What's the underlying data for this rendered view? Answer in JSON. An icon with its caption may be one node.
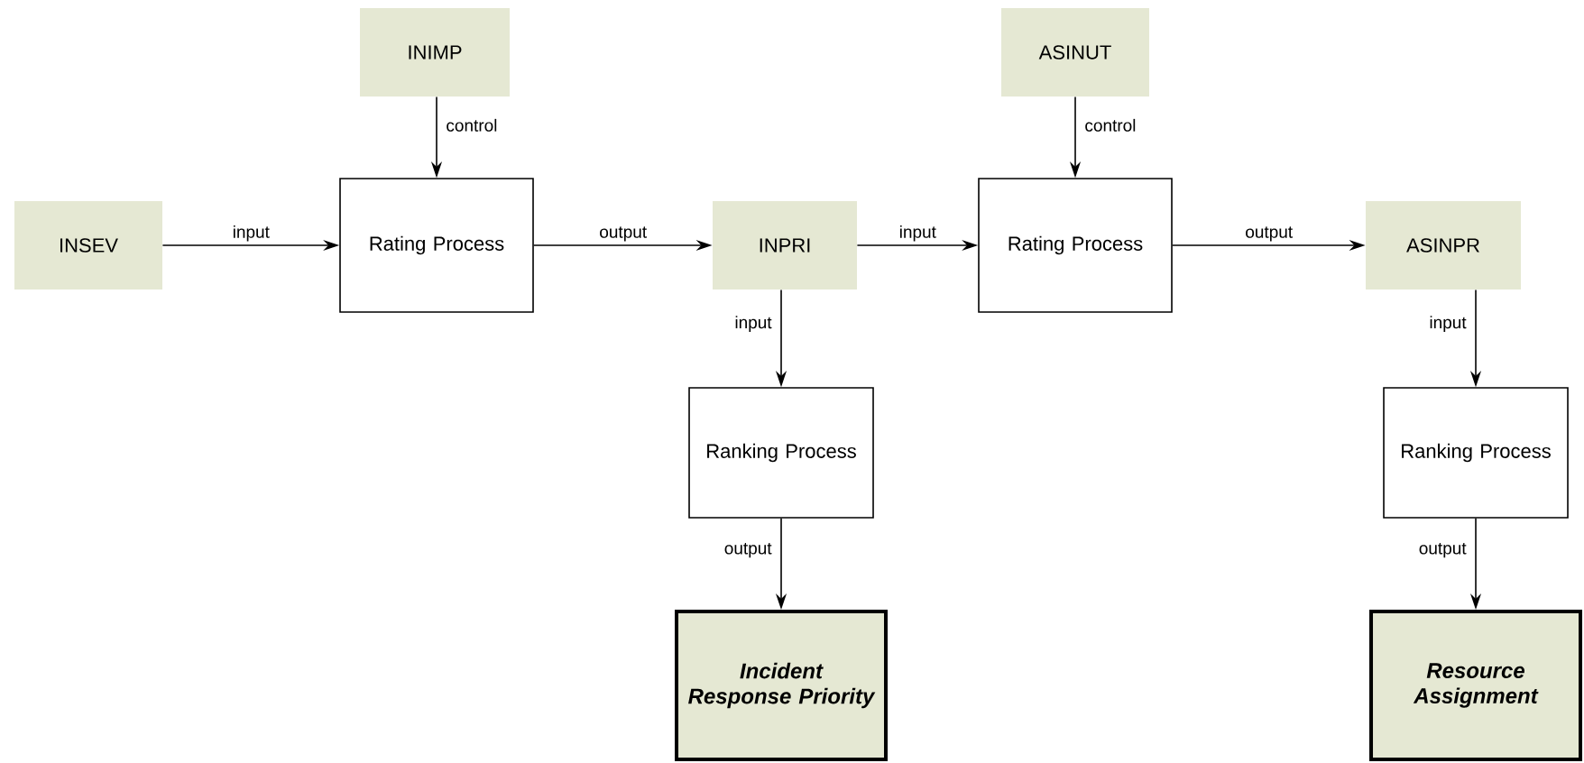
{
  "diagram": {
    "nodes": [
      {
        "text": [
          "INSEV"
        ]
      },
      {
        "text": [
          "INIMP"
        ]
      },
      {
        "text": [
          "Rating Process"
        ]
      },
      {
        "text": [
          "INPRI"
        ]
      },
      {
        "text": [
          "Ranking Process"
        ]
      },
      {
        "text": [
          "Incident Response Priority"
        ]
      },
      {
        "text": [
          "ASINUT"
        ]
      },
      {
        "text": [
          "Rating Process"
        ]
      },
      {
        "text": [
          "ASINPR"
        ]
      },
      {
        "text": [
          "Ranking Process"
        ]
      },
      {
        "text": [
          "Resource Assignment"
        ]
      }
    ],
    "edges": [
      {
        "from": 0,
        "to": 2,
        "arrow": "to",
        "label": "input"
      },
      {
        "from": 1,
        "to": 2,
        "arrow": "to",
        "label": "control"
      },
      {
        "from": 2,
        "to": 3,
        "arrow": "to",
        "label": "output"
      },
      {
        "from": 3,
        "to": 4,
        "arrow": "to",
        "label": "input"
      },
      {
        "from": 4,
        "to": 5,
        "arrow": "to",
        "label": "output"
      },
      {
        "from": 3,
        "to": 7,
        "arrow": "to",
        "label": "input"
      },
      {
        "from": 6,
        "to": 7,
        "arrow": "to",
        "label": "control"
      },
      {
        "from": 7,
        "to": 8,
        "arrow": "to",
        "label": "output"
      },
      {
        "from": 8,
        "to": 9,
        "arrow": "to",
        "label": "input"
      },
      {
        "from": 9,
        "to": 10,
        "arrow": "to",
        "label": "output"
      }
    ]
  }
}
